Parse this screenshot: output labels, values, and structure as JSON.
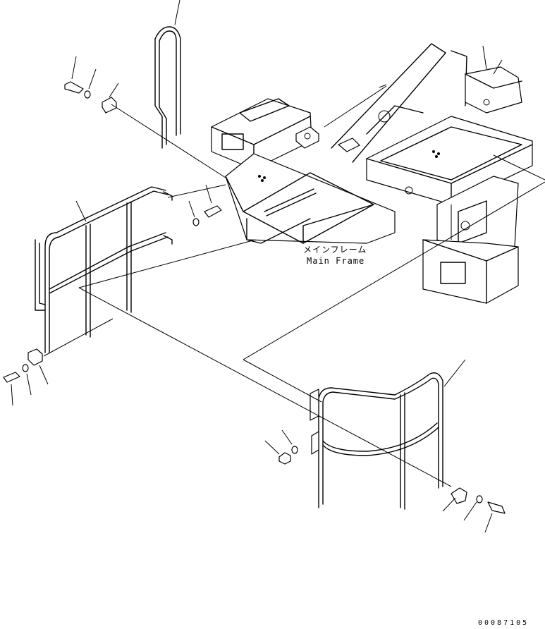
{
  "labels": {
    "main_frame_jp": "メインフレーム",
    "main_frame_en": "Main Frame",
    "drawing_number": "00087105"
  }
}
